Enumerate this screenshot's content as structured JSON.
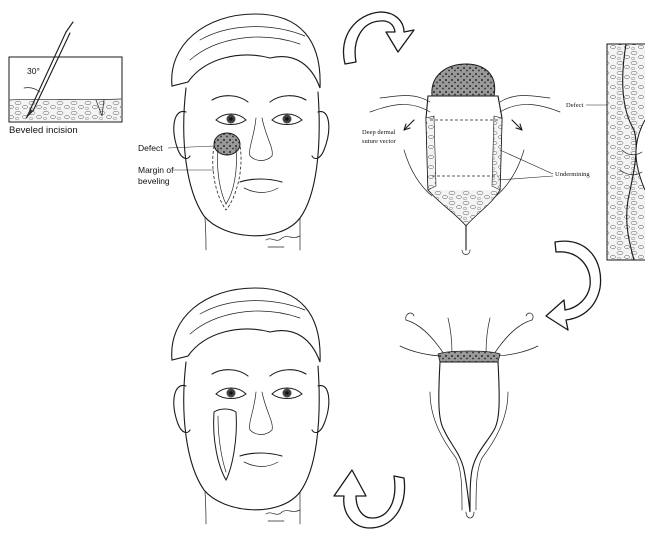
{
  "labels": {
    "beveled_incision": "Beveled incision",
    "angle": "30°",
    "defect_face": "Defect",
    "margin_of_beveling": "Margin of",
    "margin_of_beveling_2": "beveling",
    "deep_dermal": "Deep dermal",
    "deep_dermal_2": "suture vector",
    "undermining": "Undermining",
    "defect_inset": "Defect"
  },
  "icons": [
    "curved-arrow-icon"
  ]
}
